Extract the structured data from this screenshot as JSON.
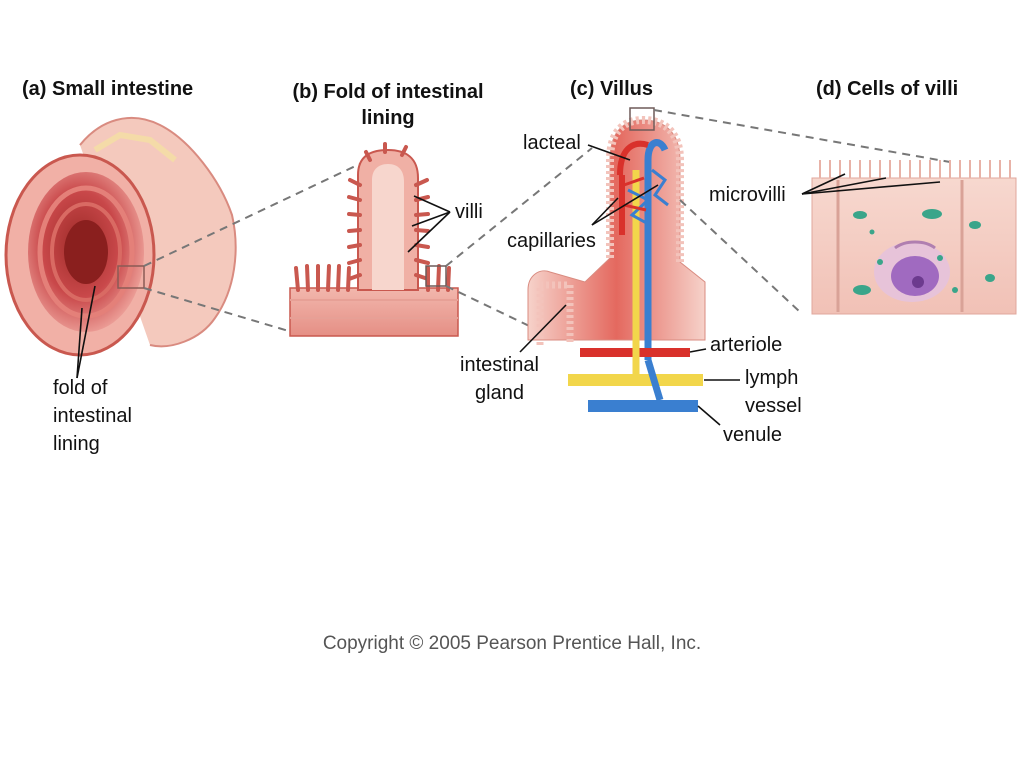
{
  "panels": {
    "a": {
      "title": "(a) Small intestine"
    },
    "b": {
      "title_line1": "(b) Fold of intestinal",
      "title_line2": "lining"
    },
    "c": {
      "title": "(c) Villus"
    },
    "d": {
      "title": "(d) Cells of villi"
    }
  },
  "labels": {
    "fold_line1": "fold of",
    "fold_line2": "intestinal",
    "fold_line3": "lining",
    "villi": "villi",
    "lacteal": "lacteal",
    "capillaries": "capillaries",
    "microvilli": "microvilli",
    "arteriole": "arteriole",
    "lymph_line1": "lymph",
    "lymph_line2": "vessel",
    "venule": "venule",
    "gland_line1": "intestinal",
    "gland_line2": "gland"
  },
  "copyright": "Copyright © 2005 Pearson Prentice Hall, Inc.",
  "colors": {
    "tissue": "#e8a59a",
    "tissue_dark": "#c9584f",
    "capillary_red": "#d9312b",
    "lacteal_yellow": "#f2d64b",
    "venule_blue": "#3a7fd0",
    "cell_pink": "#f3c6bd",
    "nucleus_purple": "#a06ac0",
    "organelle_green": "#3aa58a"
  }
}
